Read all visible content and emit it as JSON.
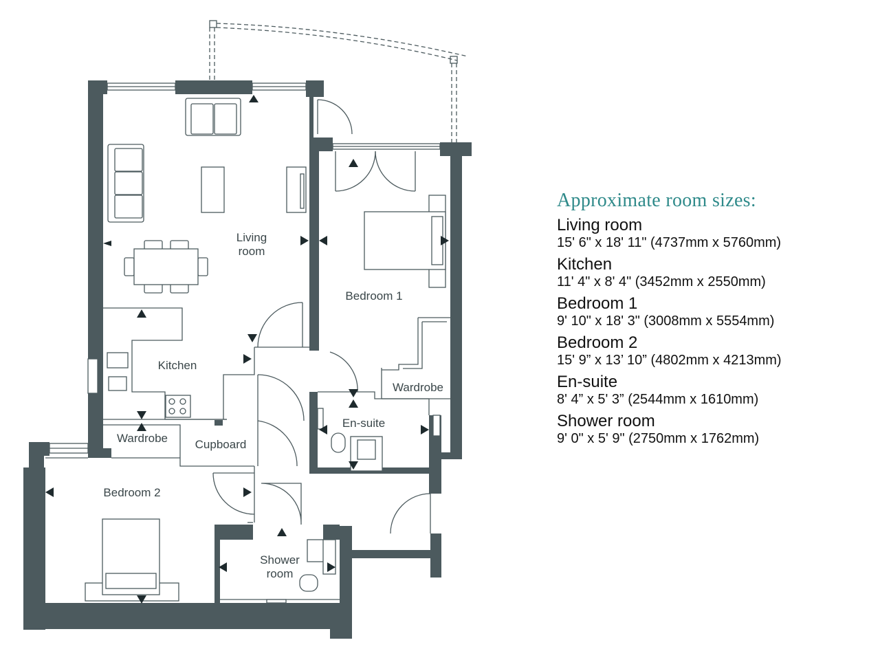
{
  "floorplan": {
    "rooms": [
      {
        "id": "living",
        "lines": [
          "Living",
          "room"
        ]
      },
      {
        "id": "kitchen",
        "lines": [
          "Kitchen"
        ]
      },
      {
        "id": "bedroom1",
        "lines": [
          "Bedroom 1"
        ]
      },
      {
        "id": "wardrobe1",
        "lines": [
          "Wardrobe"
        ]
      },
      {
        "id": "ensuite",
        "lines": [
          "En-suite"
        ]
      },
      {
        "id": "wardrobe2",
        "lines": [
          "Wardrobe"
        ]
      },
      {
        "id": "cupboard",
        "lines": [
          "Cupboard"
        ]
      },
      {
        "id": "bedroom2",
        "lines": [
          "Bedroom 2"
        ]
      },
      {
        "id": "shower",
        "lines": [
          "Shower",
          "room"
        ]
      }
    ]
  },
  "legend": {
    "heading": "Approximate room sizes:",
    "items": [
      {
        "room": "Living room",
        "dims": "15' 6\" x 18' 11\" (4737mm x 5760mm)"
      },
      {
        "room": "Kitchen",
        "dims": "11' 4\" x 8' 4\" (3452mm x 2550mm)"
      },
      {
        "room": "Bedroom 1",
        "dims": "9' 10\" x 18' 3\" (3008mm x 5554mm)"
      },
      {
        "room": "Bedroom 2",
        "dims": "15' 9” x 13’ 10” (4802mm x 4213mm)"
      },
      {
        "room": "En-suite",
        "dims": "8' 4” x 5' 3” (2544mm x 1610mm)"
      },
      {
        "room": "Shower room",
        "dims": "9' 0\" x 5' 9\" (2750mm x 1762mm)"
      }
    ]
  }
}
